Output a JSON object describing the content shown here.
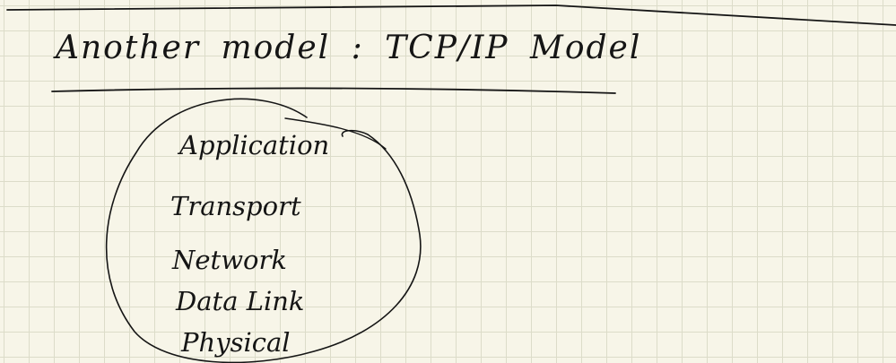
{
  "title": "Another model : TCP/IP Model",
  "layers": [
    "Application",
    "Transport",
    "Network",
    "Data Link",
    "Physical"
  ]
}
